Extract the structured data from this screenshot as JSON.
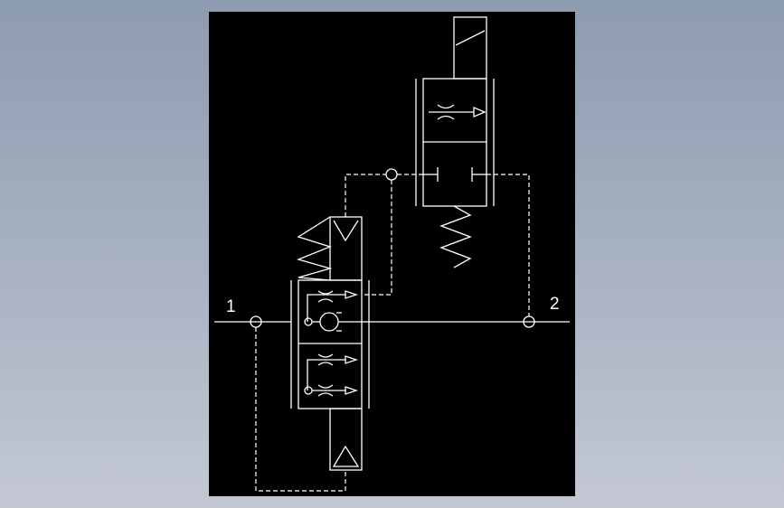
{
  "diagram": {
    "ports": [
      {
        "id": "port-1",
        "label": "1"
      },
      {
        "id": "port-2",
        "label": "2"
      }
    ]
  },
  "colors": {
    "background": "#000000",
    "lines": "#ffffff",
    "window_bg": "#a0abbd"
  }
}
